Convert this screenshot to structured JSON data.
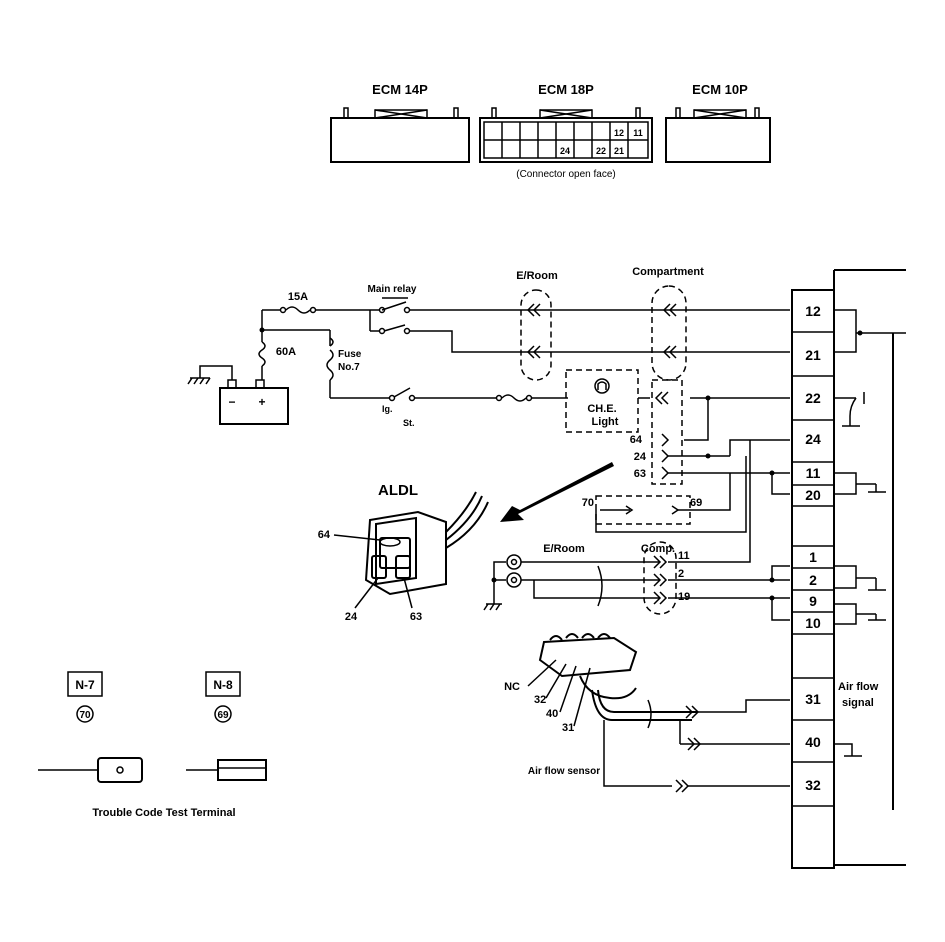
{
  "connectors": {
    "ecm14": "ECM 14P",
    "ecm18": "ECM 18P",
    "ecm10": "ECM 10P",
    "note": "(Connector open face)",
    "pins18": [
      "12",
      "11",
      "24",
      "22",
      "21"
    ]
  },
  "zones": {
    "eroom": "E/Room",
    "compartment": "Compartment",
    "eroom2": "E/Room",
    "comp": "Comp."
  },
  "power": {
    "fuse15": "15A",
    "mainRelay": "Main relay",
    "fuse60": "60A",
    "fuseNo7a": "Fuse",
    "fuseNo7b": "No.7",
    "igA": "Ig.",
    "igB": "St.",
    "checkA": "CH.E.",
    "checkB": "Light",
    "battMinus": "−",
    "battPlus": "+"
  },
  "ecmTerminals": [
    "12",
    "21",
    "22",
    "24",
    "11",
    "20",
    "1",
    "2",
    "9",
    "10",
    "31",
    "40",
    "32"
  ],
  "aldl": {
    "title": "ALDL",
    "p64": "64",
    "p24": "24",
    "p63": "63",
    "c64": "64",
    "c24": "24",
    "c63": "63",
    "c70": "70",
    "c69": "69"
  },
  "sensor": {
    "n11": "11",
    "n2": "2",
    "n19": "19",
    "nc": "NC",
    "s32": "32",
    "s40": "40",
    "s31": "31",
    "afsA": "Air flow",
    "afsB": "signal",
    "airFlowSensor": "Air flow sensor"
  },
  "legend": {
    "n7": "N-7",
    "n8": "N-8",
    "c70": "70",
    "c69": "69",
    "caption": "Trouble Code Test Terminal"
  }
}
